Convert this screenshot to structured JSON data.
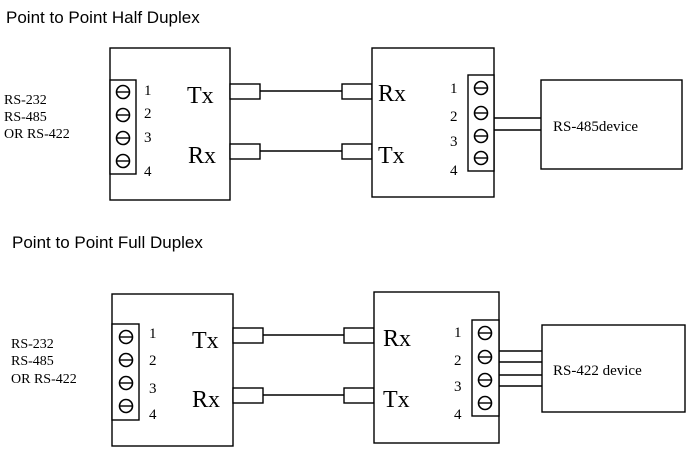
{
  "diagrams": [
    {
      "title": "Point to Point Half Duplex",
      "left_labels": [
        "RS-232",
        "RS-485",
        "OR RS-422"
      ],
      "terminals_left": [
        "1",
        "2",
        "3",
        "4"
      ],
      "terminals_right": [
        "1",
        "2",
        "3",
        "4"
      ],
      "converter_left": {
        "top": "Tx",
        "bottom": "Rx"
      },
      "converter_right": {
        "top": "Rx",
        "bottom": "Tx"
      },
      "device_label": "RS-485device",
      "device_wires": 2
    },
    {
      "title": "Point to Point Full Duplex",
      "left_labels": [
        "RS-232",
        "RS-485",
        "OR RS-422"
      ],
      "terminals_left": [
        "1",
        "2",
        "3",
        "4"
      ],
      "terminals_right": [
        "1",
        "2",
        "3",
        "4"
      ],
      "converter_left": {
        "top": "Tx",
        "bottom": "Rx"
      },
      "converter_right": {
        "top": "Rx",
        "bottom": "Tx"
      },
      "device_label": "RS-422 device",
      "device_wires": 4
    }
  ]
}
